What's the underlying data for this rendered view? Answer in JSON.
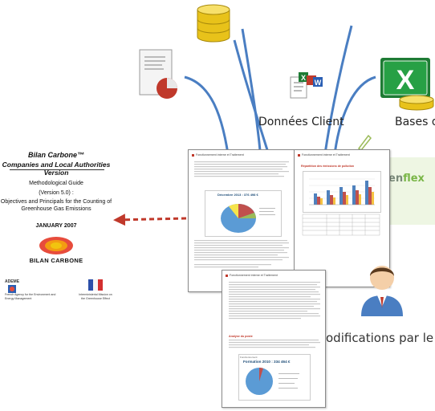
{
  "labels": {
    "client_data": "Données Client",
    "databases": "Bases de",
    "modifications": "odifications par le",
    "brand_partial_1": "en",
    "brand_partial_2": "flex"
  },
  "guide_cover": {
    "title_line1": "Bilan Carbone™",
    "title_line2": "Companies and Local Authorities Version",
    "doc_type": "Methodological Guide",
    "version": "(Version 5.0) :",
    "subtitle": "Objectives and Principals for the Counting of Greenhouse Gas Emissions",
    "date": "JANUARY 2007",
    "logo_text": "BILAN CARBONE",
    "ademe_logo": "ADEME",
    "ademe_caption": "French Agency for the Environment and Energy Management",
    "mies_caption": "Interministerial Mission on the Greenhouse Effect"
  },
  "report_pages": {
    "page1_header": "Fonctionnement interne et Traitement",
    "page1_pie_title": "Décembre 2013 : 376 498 €",
    "page2_header": "Fonctionnement interne et Traitement",
    "page2_chart_title": "Répartition des émissions de pollution",
    "page3_header": "Fonctionnement interne et Traitement",
    "page3_section": "Analyse du poste",
    "page3_pie_title": "Fonctionnement",
    "page3_pie_value": "Formation 2010 : 334 464 €"
  },
  "colors": {
    "arrow_blue": "#4a7ec2",
    "arrow_red": "#c0392b",
    "excel_green": "#1e7b34",
    "database_gold": "#e8c21a",
    "pie_blue": "#5b9bd5",
    "brand_green": "#9bbb59"
  },
  "icons": [
    "database-icon",
    "report-document-icon",
    "office-files-icon",
    "excel-icon",
    "user-icon"
  ]
}
